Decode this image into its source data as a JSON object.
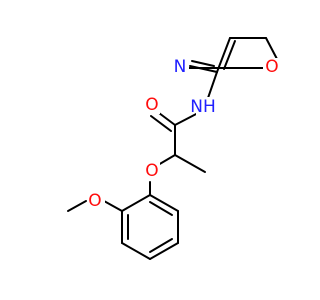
{
  "atoms": [
    {
      "id": "N_amide",
      "label": "N",
      "sub": "H",
      "color": "#2020ff"
    },
    {
      "id": "O_carbonyl",
      "label": "O",
      "color": "#ff0d0d"
    },
    {
      "id": "O_ether",
      "label": "O",
      "color": "#ff0d0d"
    },
    {
      "id": "O_methoxy",
      "label": "O",
      "color": "#ff0d0d"
    },
    {
      "id": "N_ring",
      "label": "N",
      "color": "#2020ff"
    },
    {
      "id": "O_ring",
      "label": "O",
      "color": "#ff0d0d"
    }
  ]
}
